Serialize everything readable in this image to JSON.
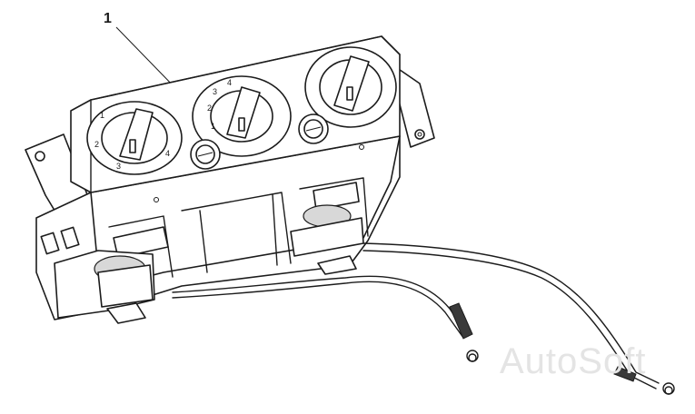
{
  "diagram": {
    "callout_label": "1",
    "watermark": "AutoSoft",
    "knob_scale_marks": [
      "1",
      "2",
      "3",
      "4"
    ]
  }
}
